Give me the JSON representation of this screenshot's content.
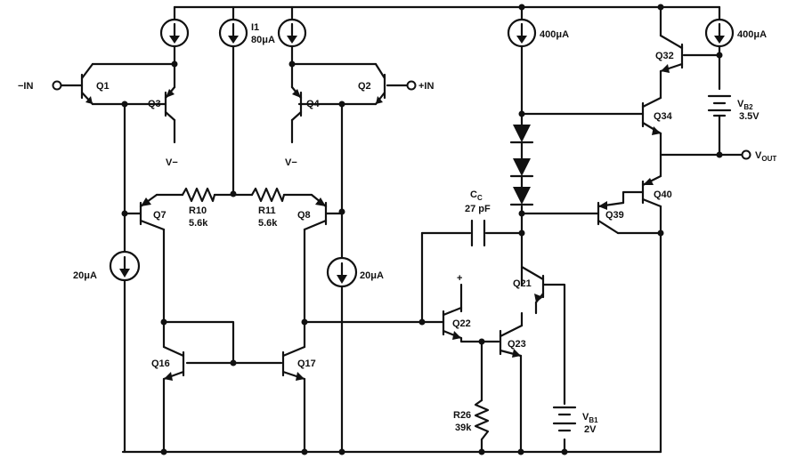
{
  "transistors": {
    "q1": "Q1",
    "q2": "Q2",
    "q3": "Q3",
    "q4": "Q4",
    "q7": "Q7",
    "q8": "Q8",
    "q16": "Q16",
    "q17": "Q17",
    "q21": "Q21",
    "q22": "Q22",
    "q23": "Q23",
    "q32": "Q32",
    "q34": "Q34",
    "q39": "Q39",
    "q40": "Q40"
  },
  "pins": {
    "minus_in": "−IN",
    "plus_in": "+IN",
    "v_minus_left": "V−",
    "v_minus_right": "V−",
    "v_out_main": "V",
    "v_out_sub": "OUT",
    "plus_supply": "+"
  },
  "sources": {
    "i1_name": "I1",
    "i1_value": "80μA",
    "left_20": "20μA",
    "right_20": "20μA",
    "mid_400": "400μA",
    "right_400": "400μA"
  },
  "resistors": {
    "r10_name": "R10",
    "r10_value": "5.6k",
    "r11_name": "R11",
    "r11_value": "5.6k",
    "r26_name": "R26",
    "r26_value": "39k"
  },
  "capacitor": {
    "name_main": "C",
    "name_sub": "C",
    "value": "27 pF"
  },
  "batteries": {
    "vb2_main": "V",
    "vb2_sub": "B2",
    "vb2_value": "3.5V",
    "vb1_main": "V",
    "vb1_sub": "B1",
    "vb1_value": "2V"
  }
}
